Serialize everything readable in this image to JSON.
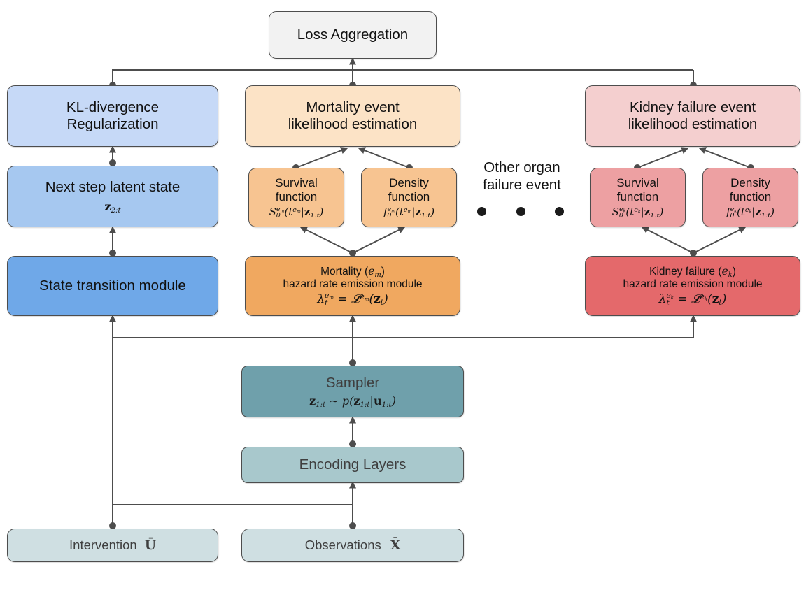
{
  "diagram": {
    "title": "Loss Aggregation",
    "edge_color": "#4d4d4d",
    "nodes": {
      "loss_aggregation": {
        "label": "Loss Aggregation",
        "fill": "#f2f2f2"
      },
      "kl_divergence": {
        "line1": "KL-divergence",
        "line2": "Regularization",
        "fill": "#c6d9f7"
      },
      "mortality_likelihood": {
        "line1": "Mortality event",
        "line2": "likelihood estimation",
        "fill": "#fce3c6"
      },
      "kidney_likelihood": {
        "line1": "Kidney failure event",
        "line2": "likelihood estimation",
        "fill": "#f4cfcf"
      },
      "next_latent_state": {
        "line1": "Next step latent state",
        "formula": "z_{2:t}",
        "fill": "#a6c8f0"
      },
      "mortality_survival": {
        "line1": "Survival",
        "line2": "function",
        "formula": "S_theta^{e_m}(t^{e_m}|z_{1:t})",
        "fill": "#f7c491"
      },
      "mortality_density": {
        "line1": "Density",
        "line2": "function",
        "formula": "f_theta^{e_m}(t^{e_m}|z_{1:t})",
        "fill": "#f7c491"
      },
      "kidney_survival": {
        "line1": "Survival",
        "line2": "function",
        "formula": "S_theta^{e_k}(t^{e_k}|z_{1:t})",
        "fill": "#eda0a2"
      },
      "kidney_density": {
        "line1": "Density",
        "line2": "function",
        "formula": "f_theta^{e_k}(t^{e_k}|z_{1:t})",
        "fill": "#eda0a2"
      },
      "other_organ": {
        "line1": "Other organ",
        "line2": "failure event",
        "dots": 3
      },
      "state_transition": {
        "label": "State transition module",
        "fill": "#6fa8e8"
      },
      "mortality_hazard": {
        "line1": "Mortality (e_m)",
        "line2": "hazard rate emission module",
        "formula": "lambda_t^{e_m} = L^{e_m}(z_t)",
        "fill": "#f0a860"
      },
      "kidney_hazard": {
        "line1": "Kidney failure (e_k)",
        "line2": "hazard rate emission module",
        "formula": "lambda_t^{e_k} = L^{e_k}(z_t)",
        "fill": "#e4696b"
      },
      "sampler": {
        "label": "Sampler",
        "formula": "z_{1:t} ~ p(z_{1:t}|u_{1:t})",
        "fill": "#6fa0ab"
      },
      "encoding_layers": {
        "label": "Encoding Layers",
        "fill": "#a8c8cc"
      },
      "intervention": {
        "label": "Intervention",
        "symbol": "U",
        "fill": "#cfdfe2"
      },
      "observations": {
        "label": "Observations",
        "symbol": "X",
        "fill": "#cfdfe2"
      }
    }
  }
}
